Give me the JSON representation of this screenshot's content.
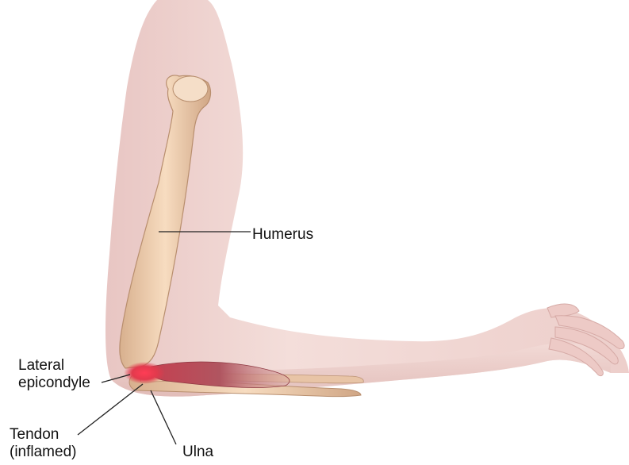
{
  "labels": {
    "humerus": "Humerus",
    "lateral_epicondyle": [
      "Lateral",
      "epicondyle"
    ],
    "tendon": [
      "Tendon",
      "(inflamed)"
    ],
    "ulna": "Ulna"
  },
  "colors": {
    "skin": "#f0d4d0",
    "skin_shadow": "#d9b0ad",
    "bone": "#f2d2b3",
    "bone_shadow": "#c89c79",
    "muscle": "#b84a58",
    "inflamed": "#e23a4d",
    "leader_line": "#222222"
  }
}
